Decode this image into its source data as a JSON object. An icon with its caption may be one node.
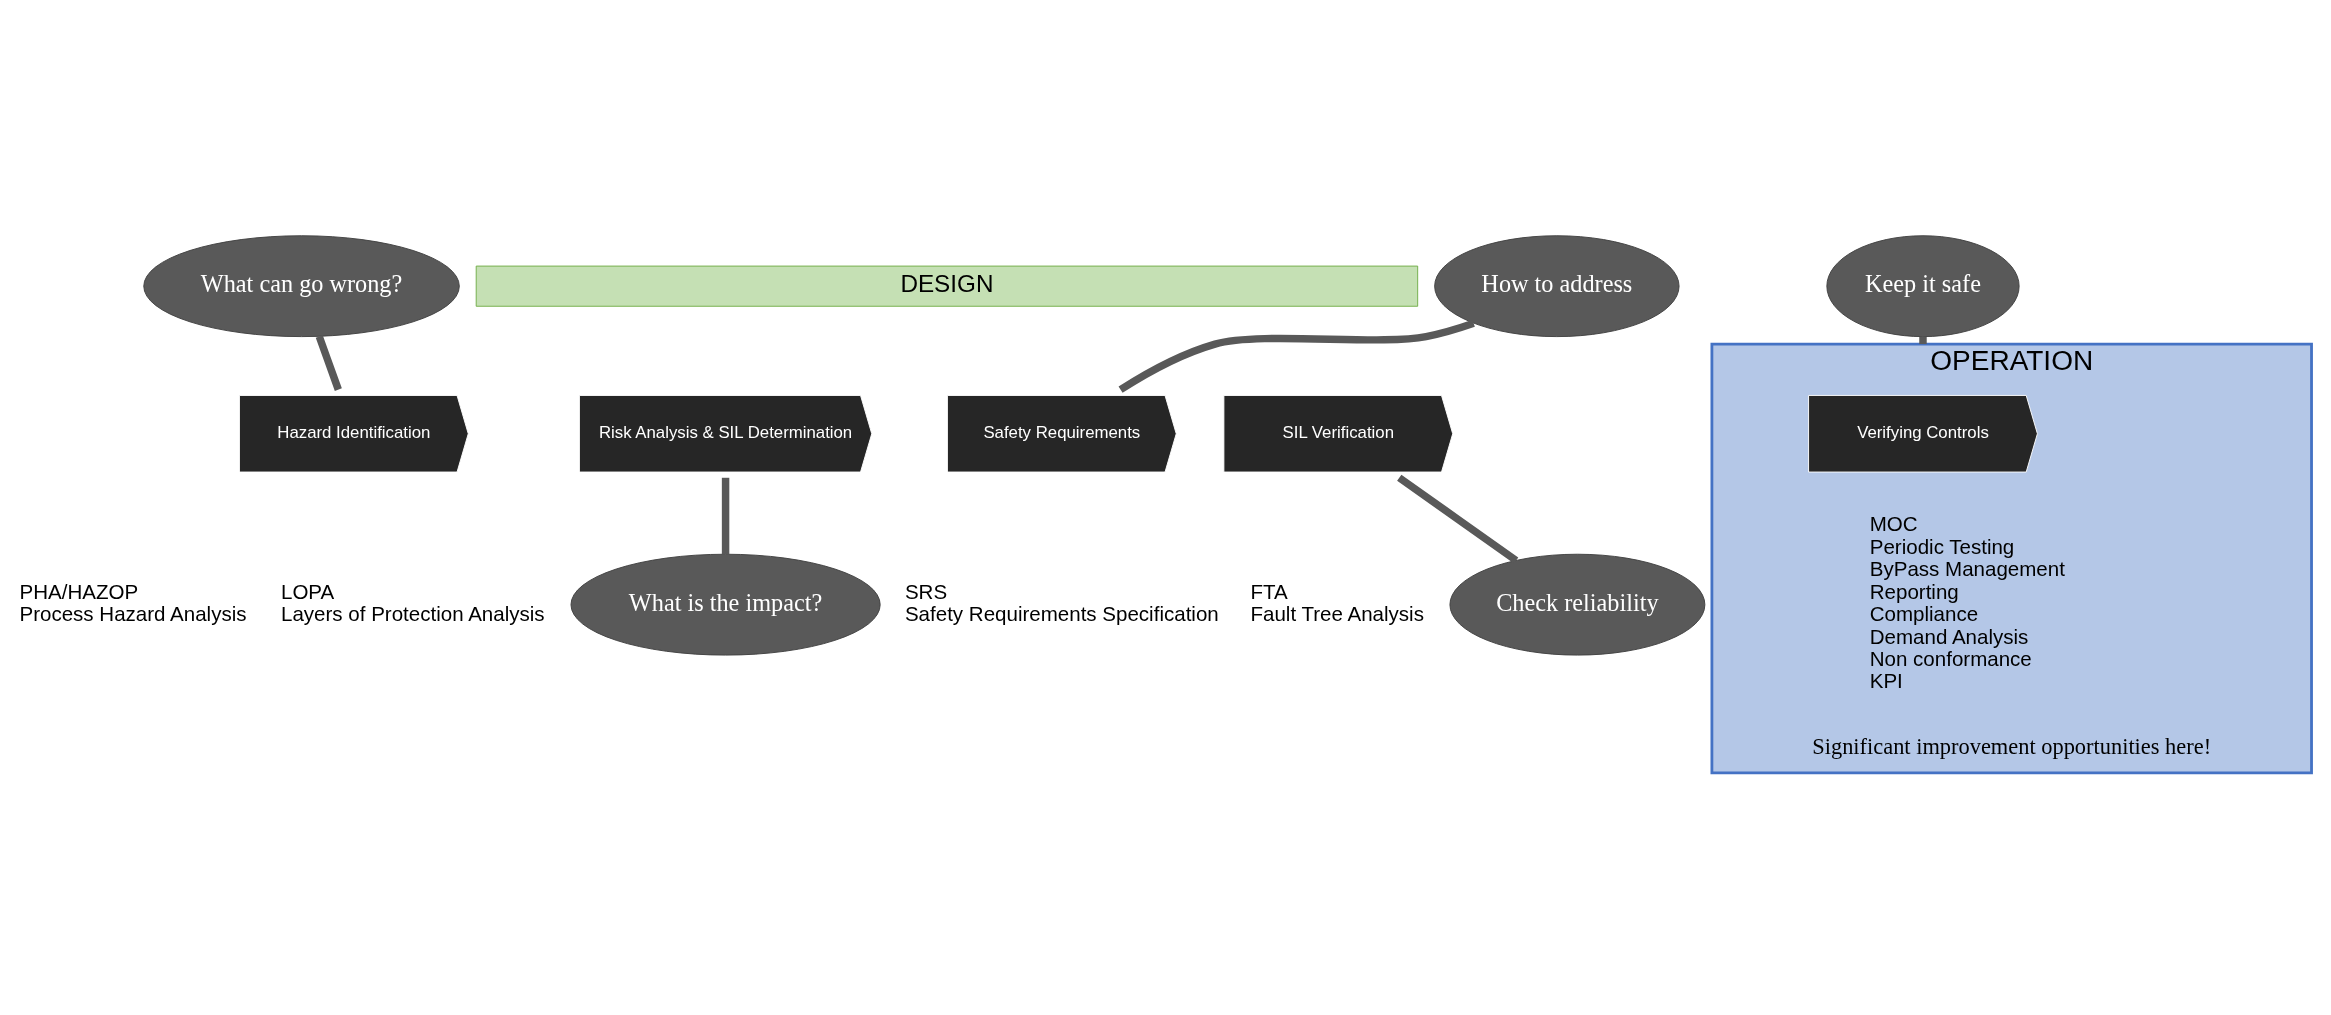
{
  "diagram": {
    "nodes": [
      {
        "text": [
          "DESIGN"
        ]
      },
      {
        "text": [
          "OPERATION",
          "Significant improvement opportunities here!"
        ]
      },
      {
        "text": [
          "Hazard Identification"
        ],
        "beside": [
          "PHA/HAZOP",
          "Process Hazard Analysis"
        ]
      },
      {
        "text": [
          "Risk Analysis & SIL Determination"
        ],
        "beside": [
          "LOPA",
          "Layers of Protection Analysis"
        ]
      },
      {
        "text": [
          "Safety Requirements"
        ],
        "beside": [
          "SRS",
          "Safety Requirements Specification"
        ]
      },
      {
        "text": [
          "SIL Verification"
        ],
        "beside": [
          "FTA",
          "Fault Tree Analysis"
        ]
      },
      {
        "text": [
          "Verifying Controls"
        ],
        "in": 1,
        "beside": [
          "MOC",
          "Periodic Testing",
          "ByPass Management",
          "Reporting",
          "Compliance",
          "Demand Analysis",
          "Non conformance",
          "KPI"
        ]
      },
      {
        "text": [
          "What can go wrong?"
        ]
      },
      {
        "text": [
          "How to address"
        ]
      },
      {
        "text": [
          "What is the impact?"
        ]
      },
      {
        "text": [
          "Check reliability"
        ]
      },
      {
        "text": [
          "Keep it safe"
        ]
      }
    ],
    "edges": [
      {
        "from": 7,
        "to": 2,
        "arrow": "none"
      },
      {
        "from": 8,
        "to": 4,
        "arrow": "none"
      },
      {
        "from": 11,
        "to": 1,
        "arrow": "none"
      },
      {
        "from": 3,
        "to": 9,
        "arrow": "none"
      },
      {
        "from": 5,
        "to": 10,
        "arrow": "none"
      }
    ]
  }
}
